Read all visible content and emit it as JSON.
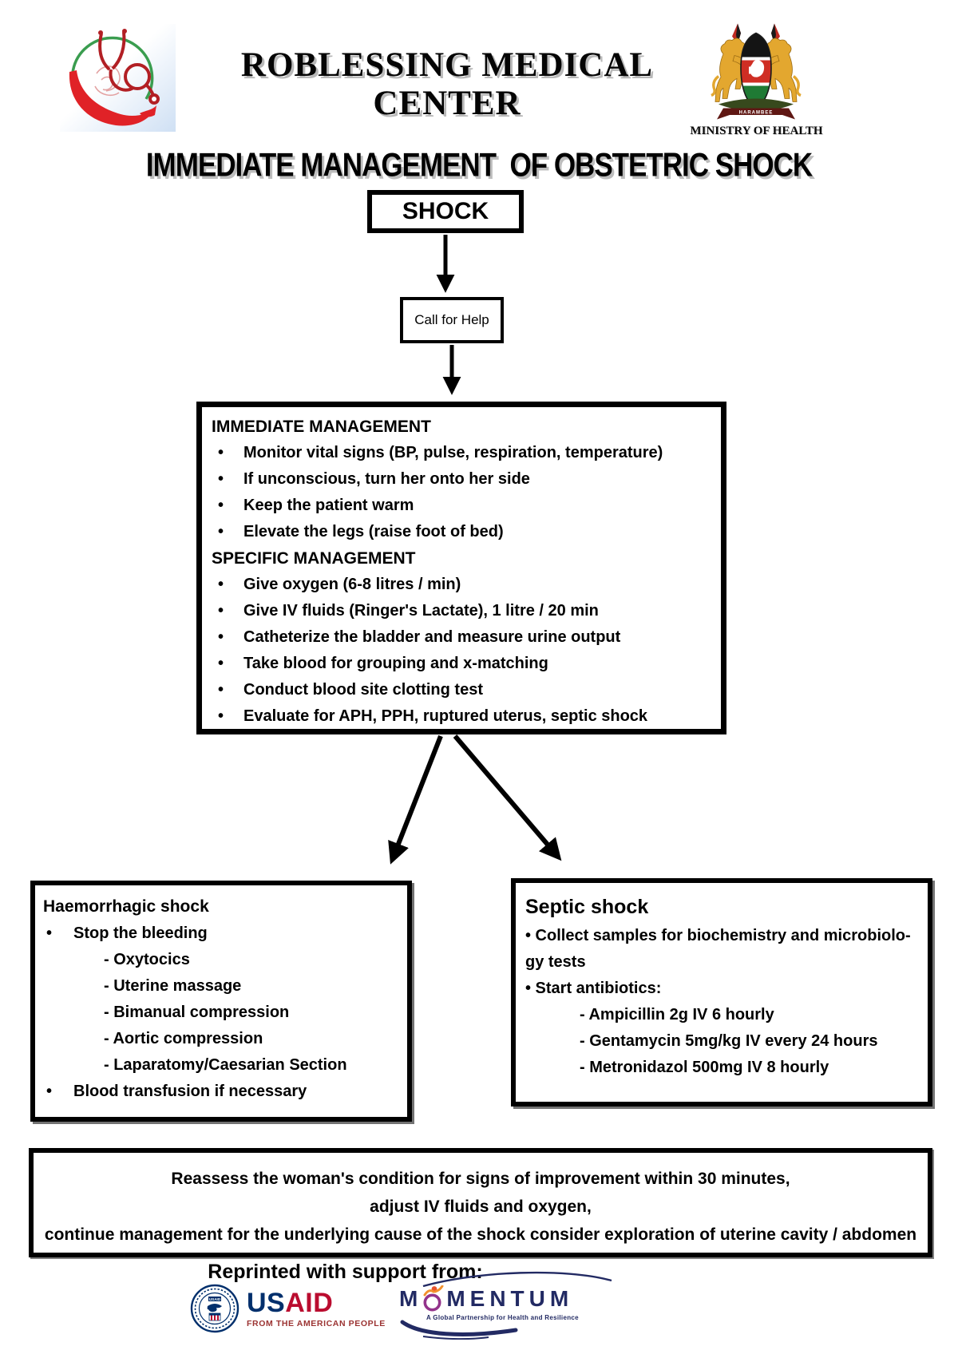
{
  "header": {
    "clinic_name_line1": "ROBLESSING MEDICAL",
    "clinic_name_line2": "CENTER",
    "ministry_label": "MINISTRY OF HEALTH",
    "harambee": "HARAMBEE"
  },
  "title": "IMMEDIATE MANAGEMENT  OF OBSTETRIC SHOCK",
  "flowchart": {
    "shock": "SHOCK",
    "call_for_help": "Call for Help",
    "management": {
      "immediate_header": "IMMEDIATE MANAGEMENT",
      "immediate_items": [
        "Monitor vital signs (BP, pulse, respiration, temperature)",
        "If unconscious, turn her onto her side",
        "Keep the patient warm",
        "Elevate the legs (raise foot of bed)"
      ],
      "specific_header": "SPECIFIC MANAGEMENT",
      "specific_items": [
        "Give oxygen (6-8 litres / min)",
        "Give IV fluids (Ringer's Lactate), 1 litre / 20 min",
        "Catheterize the bladder and measure urine output",
        "Take blood for grouping and x-matching",
        "Conduct blood site clotting test",
        "Evaluate for APH, PPH, ruptured uterus, septic shock"
      ]
    },
    "haemorrhagic": {
      "title": "Haemorrhagic shock",
      "bullet1": "Stop the bleeding",
      "sub_items": [
        "- Oxytocics",
        "- Uterine massage",
        "- Bimanual compression",
        "- Aortic compression",
        "- Laparatomy/Caesarian Section"
      ],
      "bullet2": "Blood transfusion if necessary"
    },
    "septic": {
      "title": "Septic shock",
      "lines": [
        "• Collect samples for biochemistry and microbiolo-",
        "gy tests",
        "• Start antibiotics:"
      ],
      "sub_items": [
        "- Ampicillin 2g IV 6 hourly",
        "- Gentamycin 5mg/kg IV every 24 hours",
        "- Metronidazol 500mg IV 8 hourly"
      ]
    },
    "reassess_lines": [
      "Reassess the woman's condition for signs of improvement within 30 minutes,",
      "adjust IV fluids and oxygen,",
      "continue management for the underlying cause of the shock consider exploration of uterine cavity / abdomen"
    ]
  },
  "footer": {
    "support_label": "Reprinted with support from:",
    "usaid": {
      "wordmark_blue": "US",
      "wordmark_red": "AID",
      "seal_text": "USAID",
      "tagline": "FROM THE AMERICAN PEOPLE"
    },
    "momentum": {
      "letters_start": "M",
      "letters_end": "MENTUM",
      "tagline": "A Global Partnership for Health and Resilience"
    }
  },
  "colors": {
    "ink_black": "#000000",
    "clinic_logo_red": "#D91F26",
    "clinic_logo_green": "#2E8B44",
    "kenya_gold": "#E3A72F",
    "kenya_red": "#C8342A",
    "kenya_green": "#1F7A34",
    "usaid_blue": "#002F6C",
    "usaid_red": "#BA0C2F",
    "momentum_navy": "#222A63",
    "momentum_purple": "#93338B",
    "momentum_orange": "#F2902D"
  }
}
